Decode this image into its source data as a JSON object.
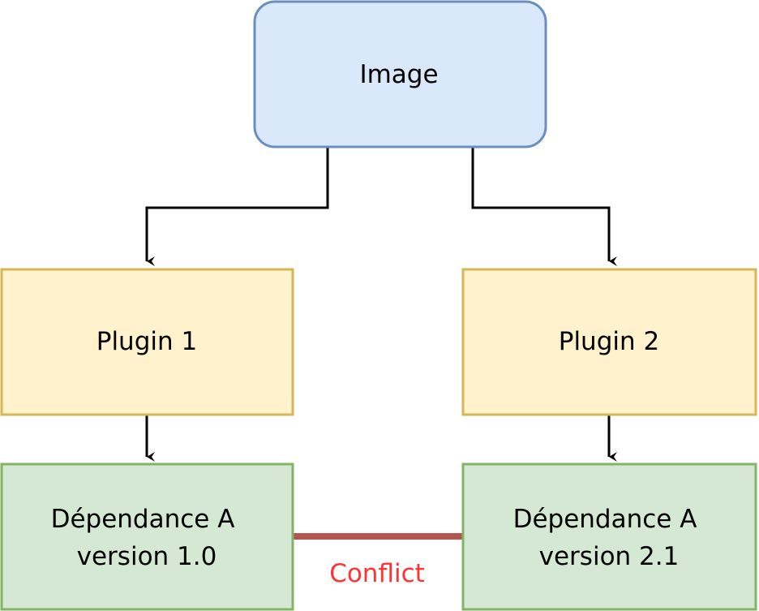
{
  "nodes": {
    "image": {
      "label": "Image",
      "fill": "#dae8fc",
      "stroke": "#6c8ebf"
    },
    "plugin1": {
      "label": "Plugin 1",
      "fill": "#fff2cc",
      "stroke": "#d6b656"
    },
    "plugin2": {
      "label": "Plugin 2",
      "fill": "#fff2cc",
      "stroke": "#d6b656"
    },
    "dep1": {
      "label_line1": "Dépendance A",
      "label_line2": "version 1.0",
      "fill": "#d5e8d4",
      "stroke": "#82b366"
    },
    "dep2": {
      "label_line1": "Dépendance A",
      "label_line2": "version 2.1",
      "fill": "#d5e8d4",
      "stroke": "#82b366"
    }
  },
  "edges": [
    {
      "from": "Image",
      "to": "Plugin 1"
    },
    {
      "from": "Image",
      "to": "Plugin 2"
    },
    {
      "from": "Plugin 1",
      "to": "Dépendance A version 1.0"
    },
    {
      "from": "Plugin 2",
      "to": "Dépendance A version 2.1"
    }
  ],
  "conflict": {
    "label": "Conflict",
    "line_color": "#b85450",
    "text_color": "#ff3333"
  }
}
